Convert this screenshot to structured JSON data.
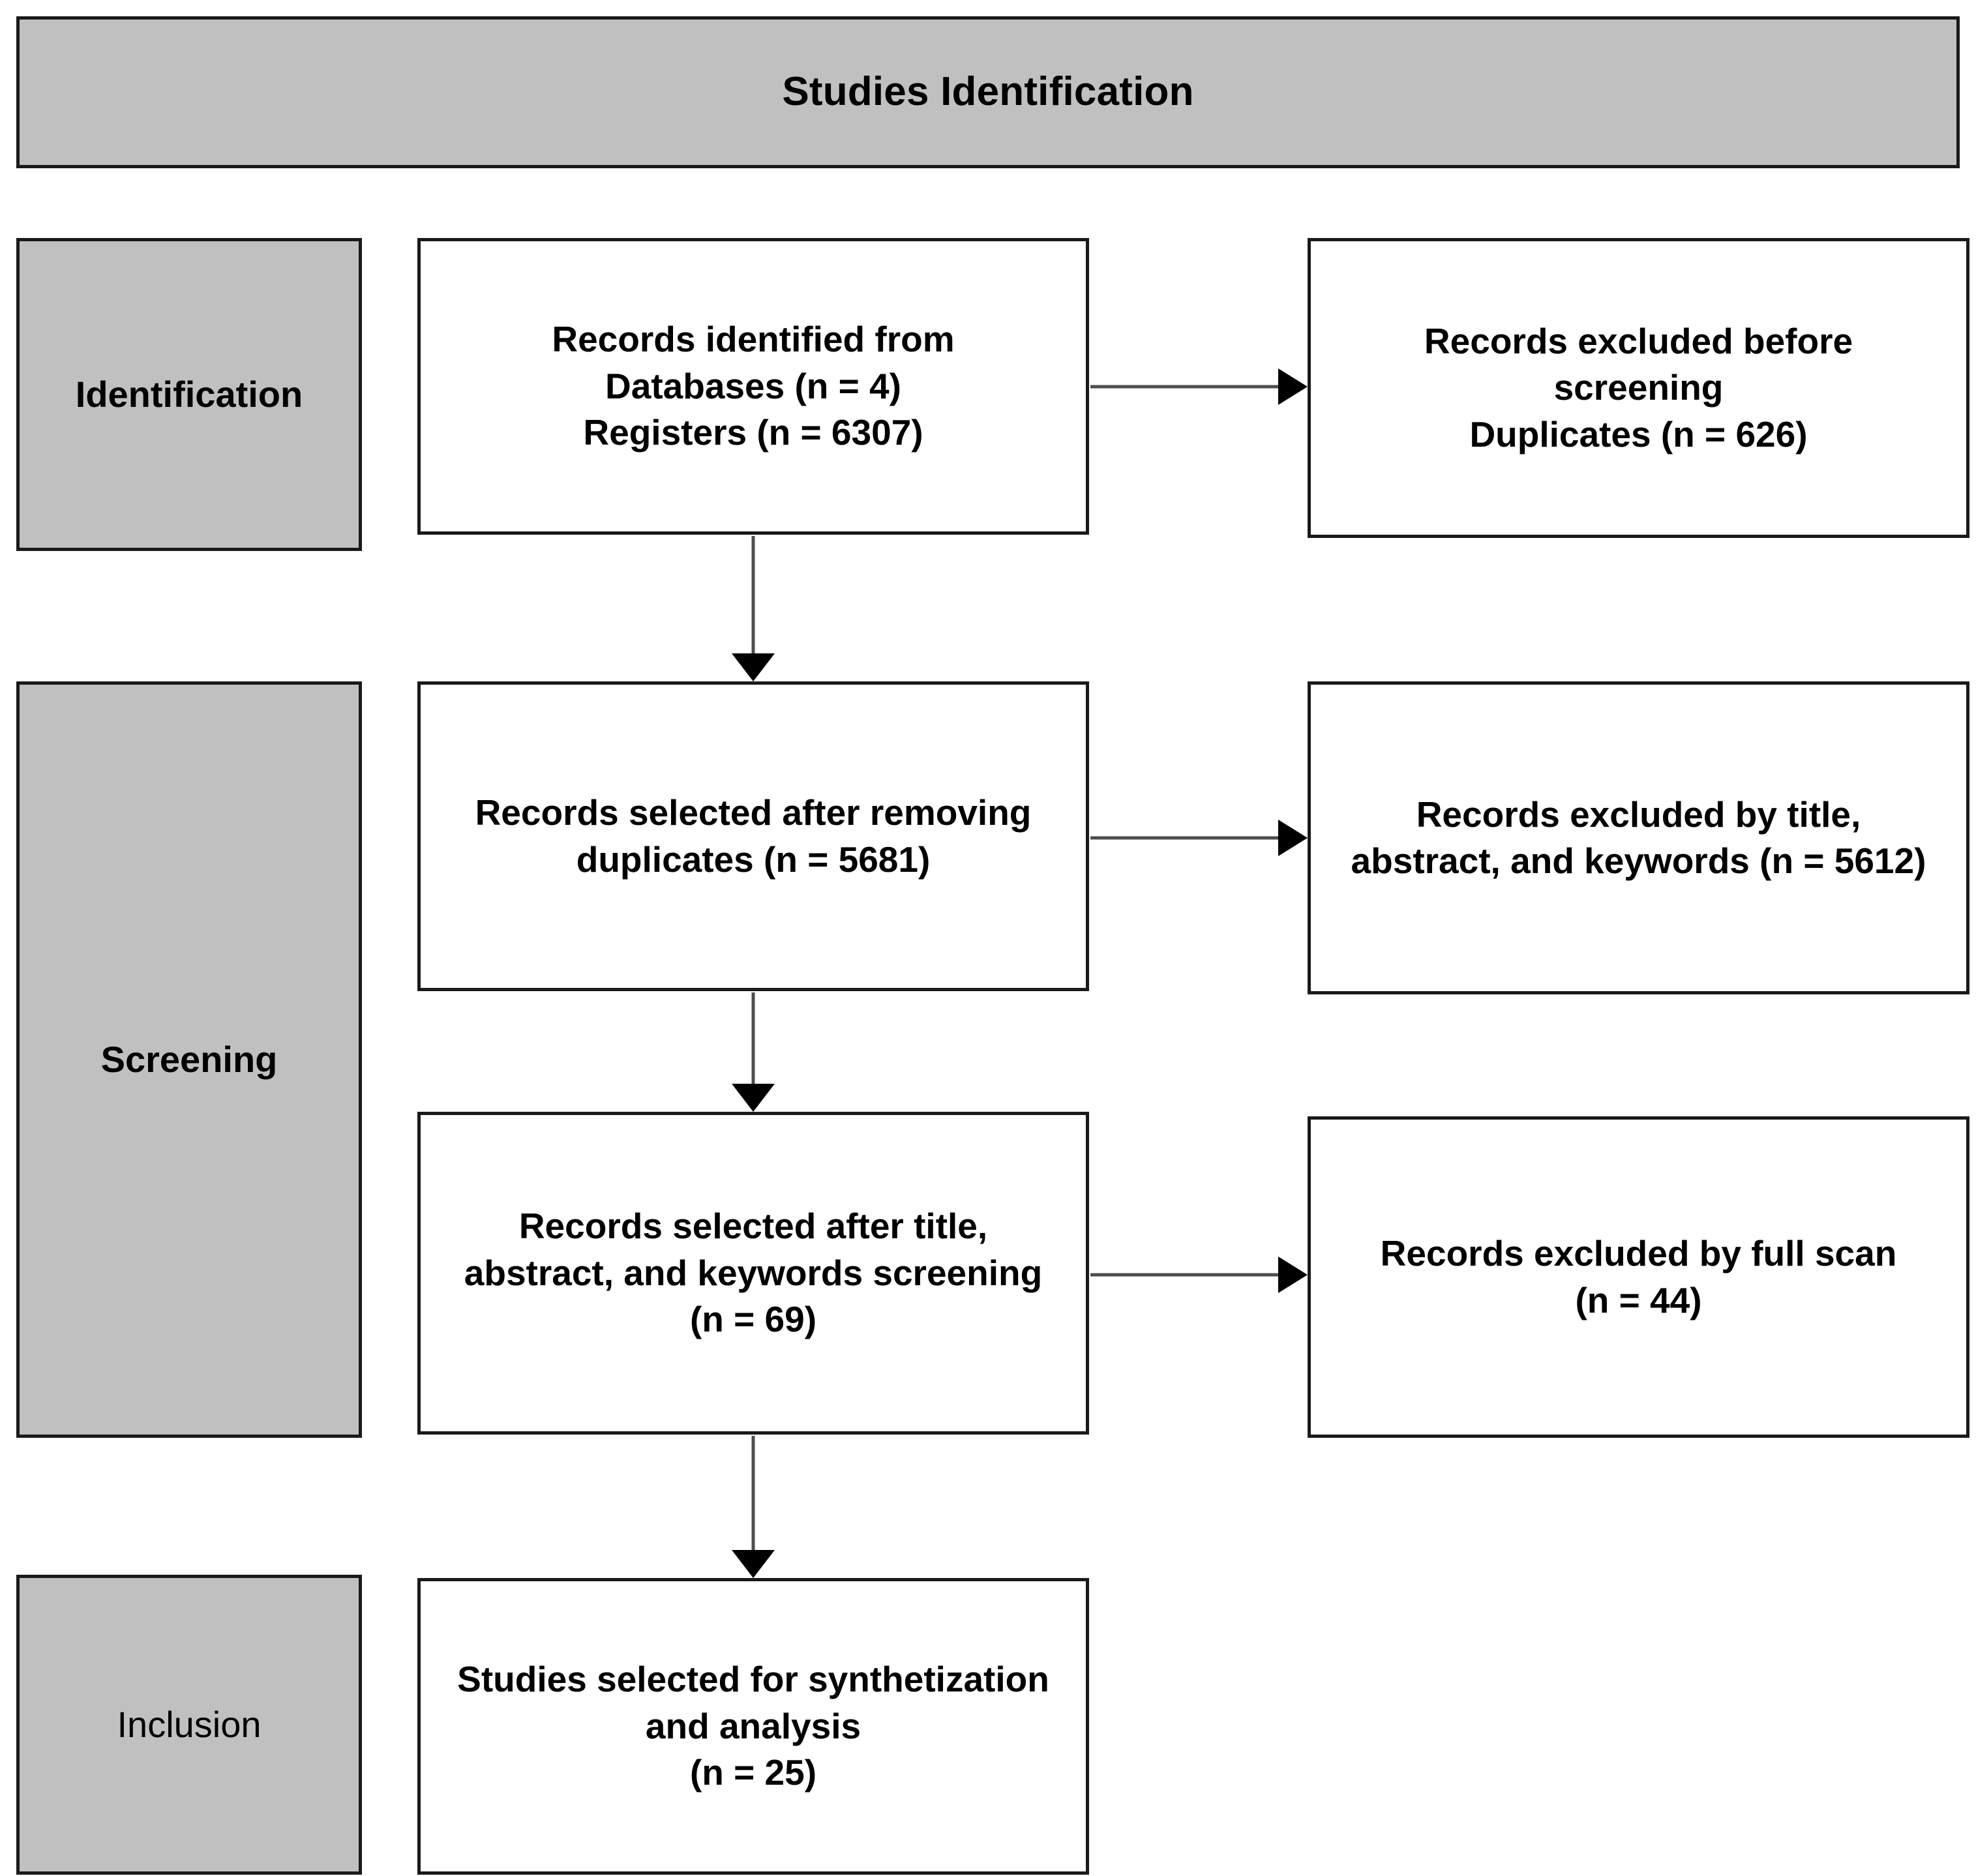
{
  "header": {
    "title": "Studies Identification"
  },
  "stages": [
    {
      "id": "identification",
      "label": "Identification"
    },
    {
      "id": "screening",
      "label": "Screening"
    },
    {
      "id": "inclusion",
      "label": "Inclusion"
    }
  ],
  "flow": {
    "identified": "Records identified from\nDatabases (n = 4)\nRegisters (n = 6307)",
    "after_dupes": "Records selected after removing\nduplicates (n = 5681)",
    "after_title": "Records selected after title,\nabstract, and keywords screening\n(n = 69)",
    "included": "Studies selected for synthetization\nand analysis\n(n = 25)"
  },
  "excluded": {
    "before_screening": "Records excluded before\nscreening\nDuplicates (n = 626)",
    "by_title": "Records excluded by title,\nabstract, and keywords (n = 5612)",
    "by_full_scan": "Records excluded by full scan\n(n = 44)"
  },
  "chart_data": {
    "type": "diagram",
    "title": "Studies Identification",
    "diagram_kind": "PRISMA flow diagram",
    "stages": [
      "Identification",
      "Screening",
      "Inclusion"
    ],
    "nodes": [
      {
        "id": "identified",
        "stage": "Identification",
        "column": "main",
        "label": "Records identified from Databases (n = 4) Registers (n = 6307)",
        "counts": {
          "Databases": 4,
          "Registers": 6307
        }
      },
      {
        "id": "excl_before",
        "stage": "Identification",
        "column": "excluded",
        "label": "Records excluded before screening Duplicates (n = 626)",
        "counts": {
          "Duplicates": 626
        }
      },
      {
        "id": "after_dupes",
        "stage": "Screening",
        "column": "main",
        "label": "Records selected after removing duplicates (n = 5681)",
        "counts": {
          "n": 5681
        }
      },
      {
        "id": "excl_title",
        "stage": "Screening",
        "column": "excluded",
        "label": "Records excluded by title, abstract, and keywords (n = 5612)",
        "counts": {
          "n": 5612
        }
      },
      {
        "id": "after_title",
        "stage": "Screening",
        "column": "main",
        "label": "Records selected after title, abstract, and keywords screening (n = 69)",
        "counts": {
          "n": 69
        }
      },
      {
        "id": "excl_full",
        "stage": "Screening",
        "column": "excluded",
        "label": "Records excluded by full scan (n = 44)",
        "counts": {
          "n": 44
        }
      },
      {
        "id": "included",
        "stage": "Inclusion",
        "column": "main",
        "label": "Studies selected for synthetization and analysis (n = 25)",
        "counts": {
          "n": 25
        }
      }
    ],
    "edges": [
      {
        "from": "identified",
        "to": "excl_before",
        "direction": "right"
      },
      {
        "from": "identified",
        "to": "after_dupes",
        "direction": "down"
      },
      {
        "from": "after_dupes",
        "to": "excl_title",
        "direction": "right"
      },
      {
        "from": "after_dupes",
        "to": "after_title",
        "direction": "down"
      },
      {
        "from": "after_title",
        "to": "excl_full",
        "direction": "right"
      },
      {
        "from": "after_title",
        "to": "included",
        "direction": "down"
      }
    ],
    "colors": {
      "stage_fill": "#c0c0c0",
      "box_fill": "#ffffff",
      "border": "#1a1a1a",
      "connector": "#4d4d4d"
    }
  }
}
